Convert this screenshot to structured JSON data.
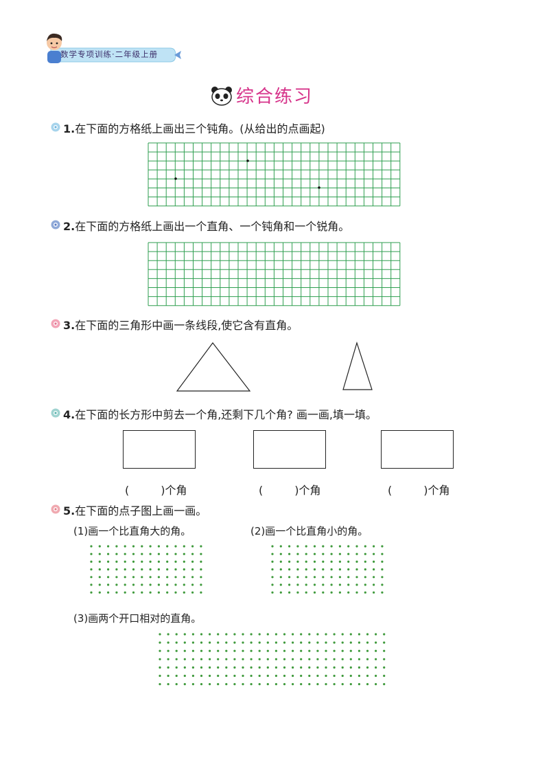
{
  "header": {
    "series_label": "数学专项训练·二年级上册"
  },
  "page_title": "综合练习",
  "questions": [
    {
      "number": "1.",
      "text": "在下面的方格纸上画出三个钝角。(从给出的点画起)"
    },
    {
      "number": "2.",
      "text": "在下面的方格纸上画出一个直角、一个钝角和一个锐角。"
    },
    {
      "number": "3.",
      "text": "在下面的三角形中画一条线段,使它含有直角。"
    },
    {
      "number": "4.",
      "text": "在下面的长方形中剪去一个角,还剩下几个角? 画一画,填一填。"
    },
    {
      "number": "5.",
      "text": "在下面的点子图上画一画。"
    }
  ],
  "q4_answers": [
    {
      "open": "(",
      "close": ")个角"
    },
    {
      "open": "(",
      "close": ")个角"
    },
    {
      "open": "(",
      "close": ")个角"
    }
  ],
  "q5_parts": {
    "p1": "(1)画一个比直角大的角。",
    "p2": "(2)画一个比直角小的角。",
    "p3": "(3)画两个开口相对的直角。"
  },
  "colors": {
    "grid": "#2e9e4f",
    "dots": "#3f9a3c",
    "title": "#d6338a",
    "banner": "#bfe3f5"
  }
}
